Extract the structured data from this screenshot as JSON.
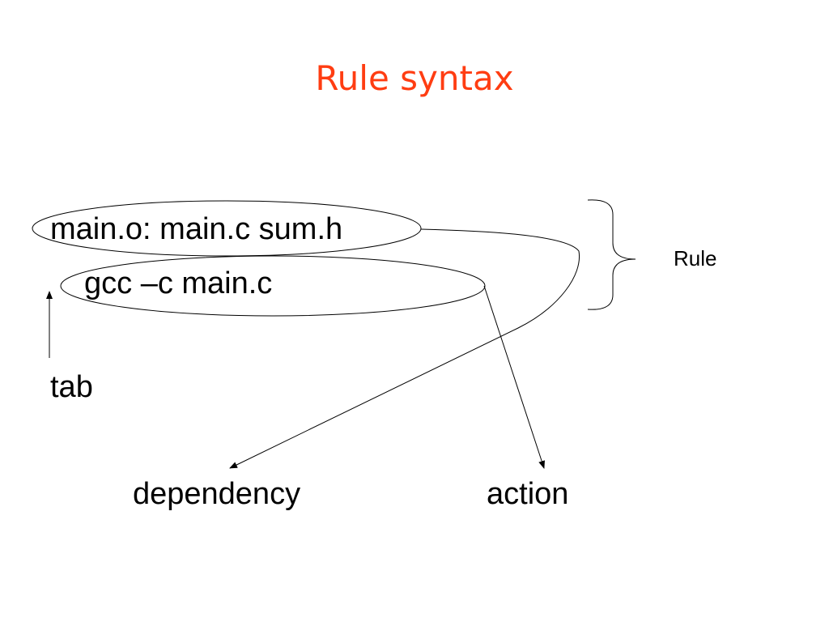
{
  "slide": {
    "title": "Rule syntax",
    "title_color": "#ff3d12",
    "text_color": "#000000",
    "background": "#ffffff"
  },
  "rule": {
    "target_line": "main.o: main.c sum.h",
    "command_line": "gcc –c main.c",
    "brace_label": "Rule"
  },
  "annotations": {
    "tab": "tab",
    "dependency": "dependency",
    "action": "action"
  }
}
